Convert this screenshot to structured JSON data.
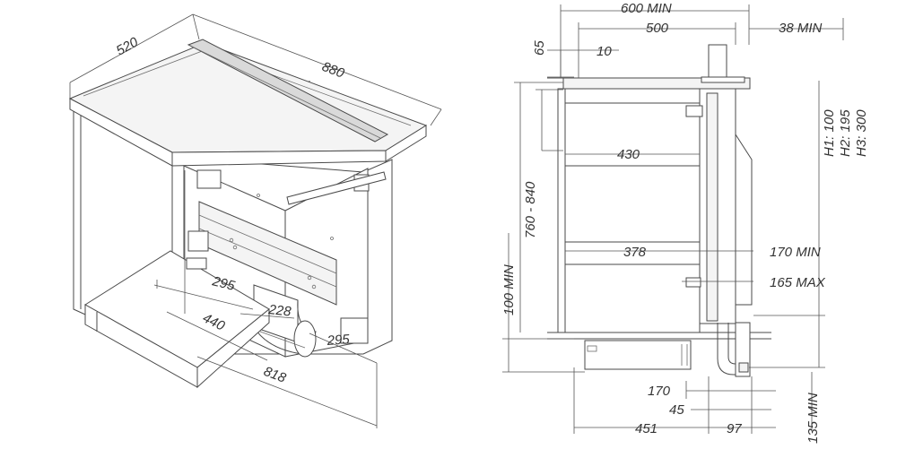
{
  "iso_labels": {
    "depth": "520",
    "width": "880",
    "d295_left": "295",
    "d440": "440",
    "d228": "228",
    "d295_right": "295",
    "d818": "818"
  },
  "side_labels": {
    "d600": "600 MIN",
    "d500": "500",
    "d38": "38 MIN",
    "d65": "65",
    "d10": "10",
    "h1": "H1: 100",
    "h2": "H2: 195",
    "h3": "H3: 300",
    "d430": "430",
    "d760": "760 - 840",
    "d378": "378",
    "d170min": "170 MIN",
    "d165": "165 MAX",
    "d100": "100 MIN",
    "d170": "170",
    "d45": "45",
    "d451": "451",
    "d97": "97",
    "d135": "135 MIN"
  }
}
